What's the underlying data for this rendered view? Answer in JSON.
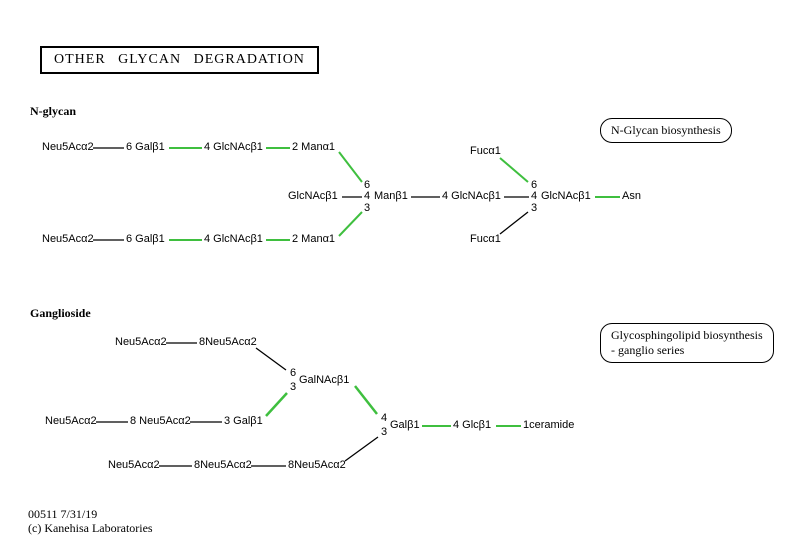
{
  "title": "OTHER GLYCAN DEGRADATION",
  "colors": {
    "link_green": "#3fbf3f",
    "line_black": "#000000"
  },
  "footer": {
    "map_id": "00511 7/31/19",
    "copyright": "(c) Kanehisa Laboratories"
  },
  "sections": {
    "nglycan_label": "N-glycan",
    "ganglioside_label": "Ganglioside"
  },
  "pathway_links": {
    "nglycan": "N-Glycan biosynthesis",
    "glycosphingolipid_line1": "Glycosphingolipid biosynthesis",
    "glycosphingolipid_line2": "- ganglio series"
  },
  "nglycan": {
    "nodes": [
      "Neu5Acα2",
      "6 Galβ1",
      "4 GlcNAcβ1",
      "2 Manα1",
      "Neu5Acα2",
      "6 Galβ1",
      "4 GlcNAcβ1",
      "2 Manα1",
      "GlcNAcβ1",
      "6",
      "4",
      "3",
      "Manβ1",
      "4 GlcNAcβ1",
      "Fucα1",
      "Fucα1",
      "6",
      "4",
      "3",
      "GlcNAcβ1",
      "Asn"
    ]
  },
  "ganglioside": {
    "nodes": [
      "Neu5Acα2",
      "8Neu5Acα2",
      "6",
      "GalNAcβ1",
      "3",
      "Neu5Acα2",
      "8 Neu5Acα2",
      "3 Galβ1",
      "4",
      "Galβ1",
      "3",
      "4 Glcβ1",
      "1ceramide",
      "Neu5Acα2",
      "8Neu5Acα2",
      "8Neu5Acα2"
    ]
  }
}
